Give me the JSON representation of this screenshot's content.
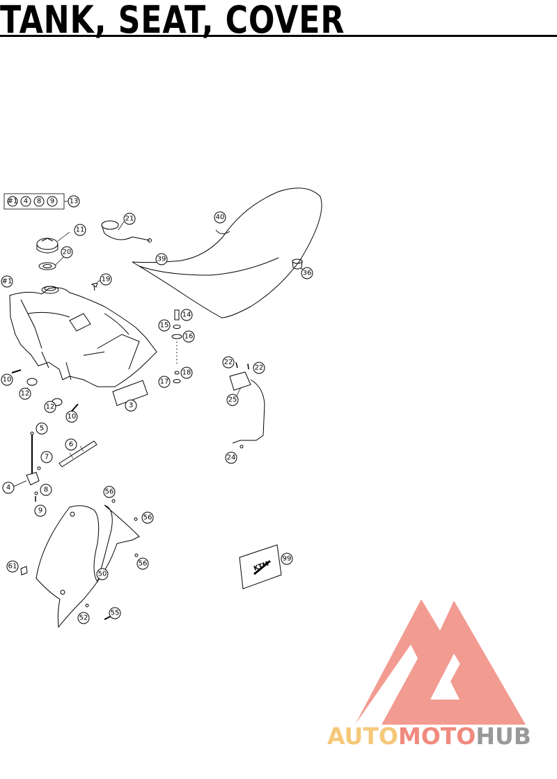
{
  "page": {
    "title": "TANK, SEAT, COVER"
  },
  "kit": {
    "items": [
      "#1",
      "4",
      "8",
      "9"
    ],
    "ref": "13"
  },
  "callouts": {
    "c1": "#1",
    "c3": "3",
    "c4": "4",
    "c5": "5",
    "c6": "6",
    "c7": "7",
    "c8": "8",
    "c9": "9",
    "c10a": "10",
    "c10b": "10",
    "c11": "11",
    "c12a": "12",
    "c12b": "12",
    "c14": "14",
    "c15": "15",
    "c16": "16",
    "c17": "17",
    "c18": "18",
    "c19": "19",
    "c20": "20",
    "c21": "21",
    "c22a": "22",
    "c22b": "22",
    "c24": "24",
    "c25": "25",
    "c36": "36",
    "c39": "39",
    "c40": "40",
    "c50": "50",
    "c52": "52",
    "c55": "55",
    "c56a": "56",
    "c56b": "56",
    "c56c": "56",
    "c61": "61",
    "c99": "99"
  },
  "sticker": {
    "brand": "KTM"
  },
  "watermark": {
    "part1": "AUTO",
    "part2": "MOTO",
    "part3": "HUB",
    "color_primary": "#f08a7e",
    "color_secondary": "#f5c87a",
    "color_tertiary": "#999999"
  }
}
